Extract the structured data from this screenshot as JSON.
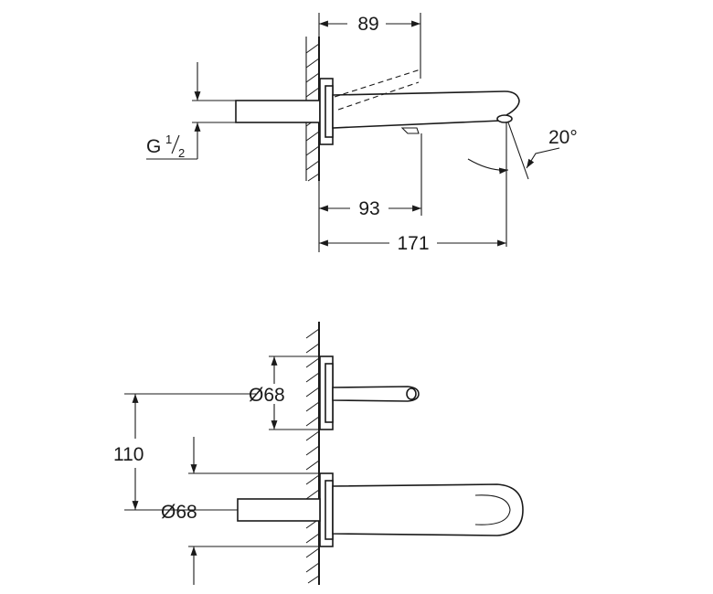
{
  "dimensions": {
    "projection": "89",
    "thread_label": "G",
    "thread_num": "1",
    "thread_den": "2",
    "angle": "20°",
    "depth_93": "93",
    "length_171": "171",
    "diameter_top": "Ø68",
    "spacing_110": "110",
    "diameter_bottom": "Ø68"
  }
}
